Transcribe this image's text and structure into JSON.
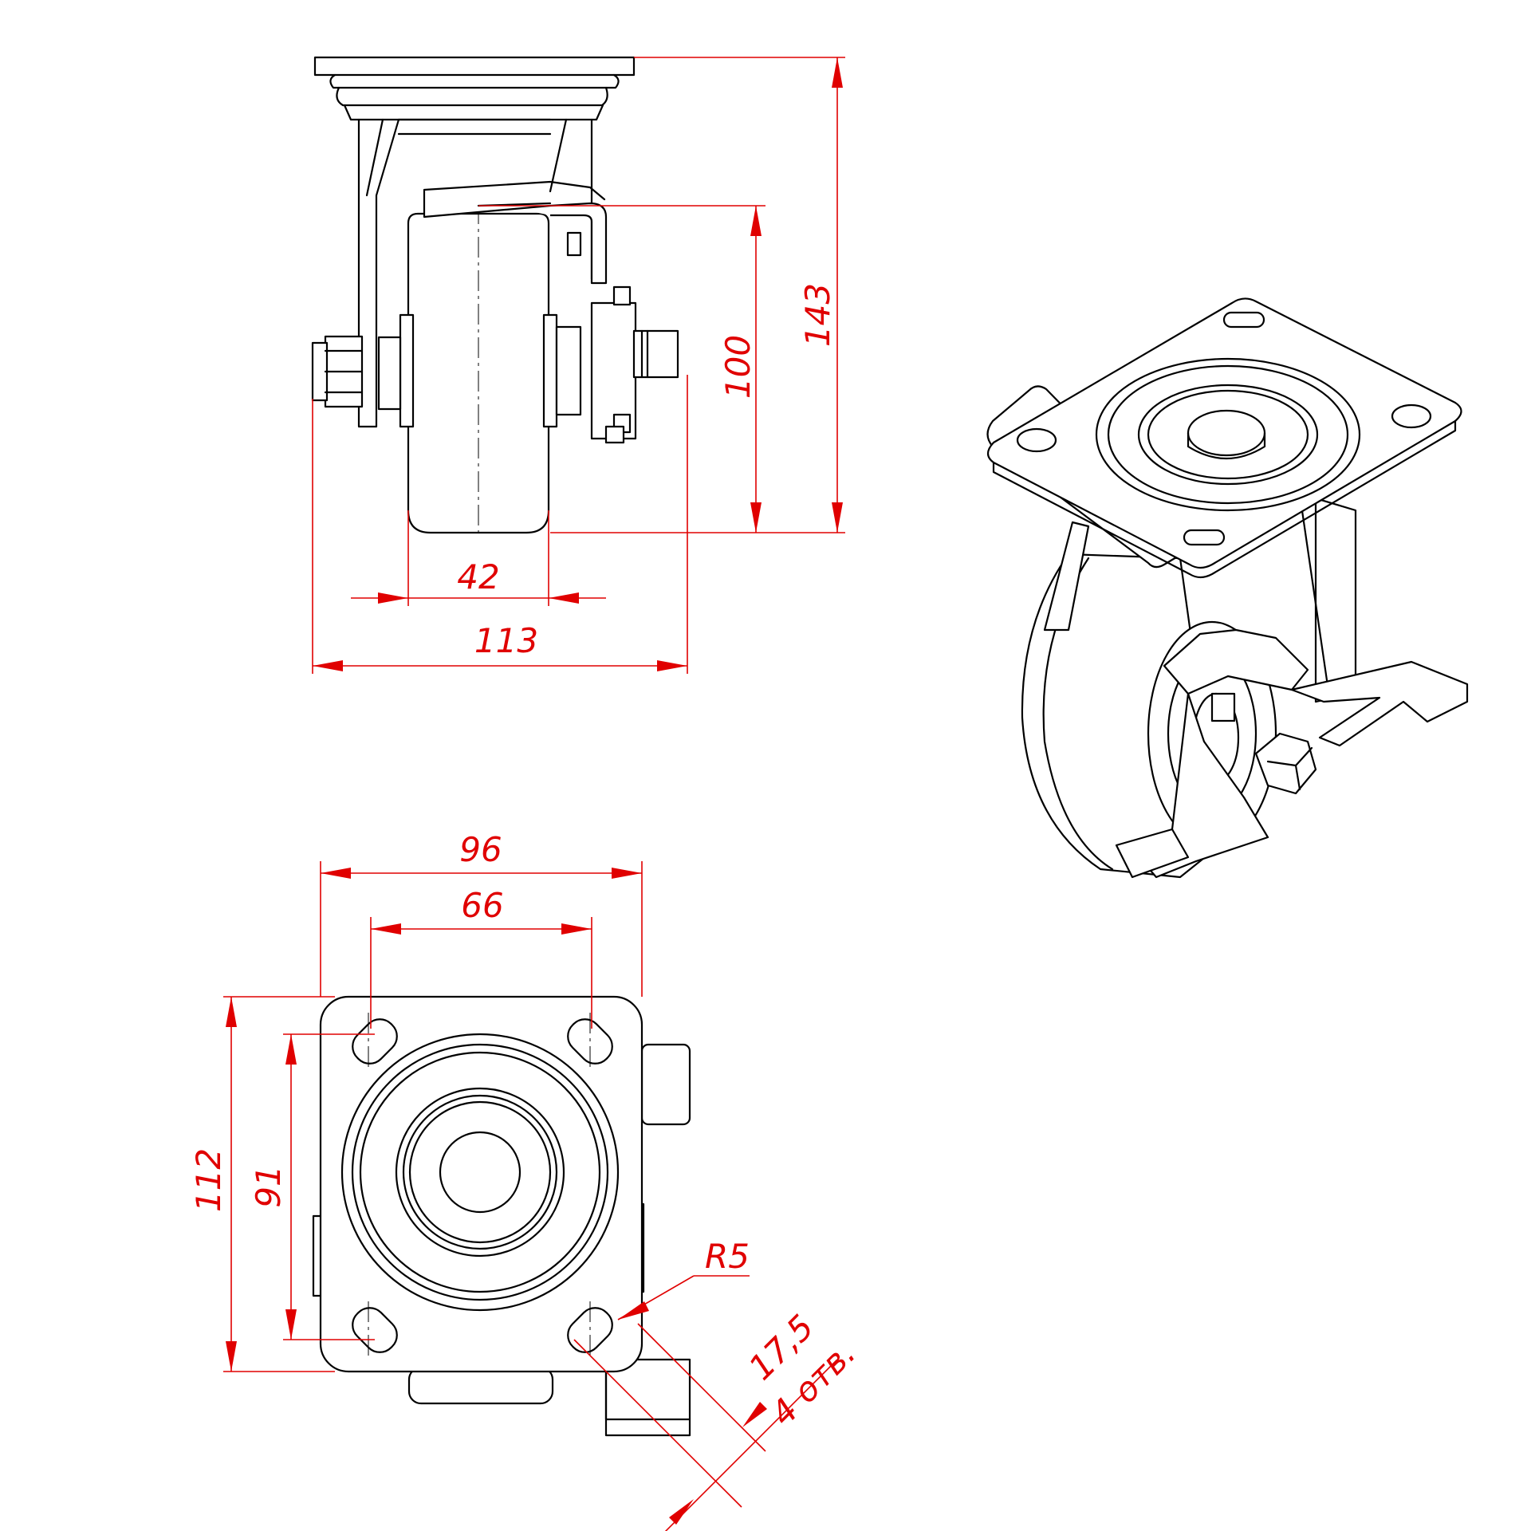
{
  "dimensions": {
    "side_view": {
      "overall_height": "143",
      "wheel_diameter": "100",
      "wheel_width": "42",
      "overall_width": "113"
    },
    "top_view": {
      "plate_width": "96",
      "hole_spacing_x": "66",
      "plate_length": "112",
      "hole_spacing_y": "91",
      "hole_radius": "R5",
      "slot_length": "17,5",
      "hole_count": "4 отв."
    }
  },
  "colors": {
    "outline": "#000000",
    "dimension": "#e00000"
  }
}
